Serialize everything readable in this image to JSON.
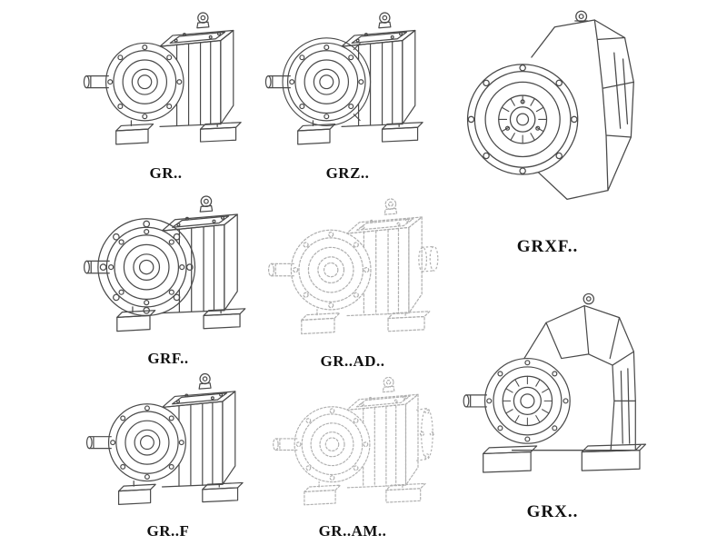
{
  "page": {
    "background_color": "#ffffff",
    "drawing_line_color": "#4a4a4a",
    "dashed_drawing_color": "#b0b0b0",
    "label_color": "#111111"
  },
  "models": [
    {
      "id": "gr",
      "label": "GR..",
      "drawing_style": "solid"
    },
    {
      "id": "grz",
      "label": "GRZ..",
      "drawing_style": "solid"
    },
    {
      "id": "grxf",
      "label": "GRXF..",
      "drawing_style": "solid"
    },
    {
      "id": "grf",
      "label": "GRF..",
      "drawing_style": "solid"
    },
    {
      "id": "gr-ad",
      "label": "GR..AD..",
      "drawing_style": "dashed"
    },
    {
      "id": "grx",
      "label": "GRX..",
      "drawing_style": "solid"
    },
    {
      "id": "gr-f",
      "label": "GR..F",
      "drawing_style": "solid"
    },
    {
      "id": "gr-am",
      "label": "GR..AM..",
      "drawing_style": "dashed"
    }
  ]
}
